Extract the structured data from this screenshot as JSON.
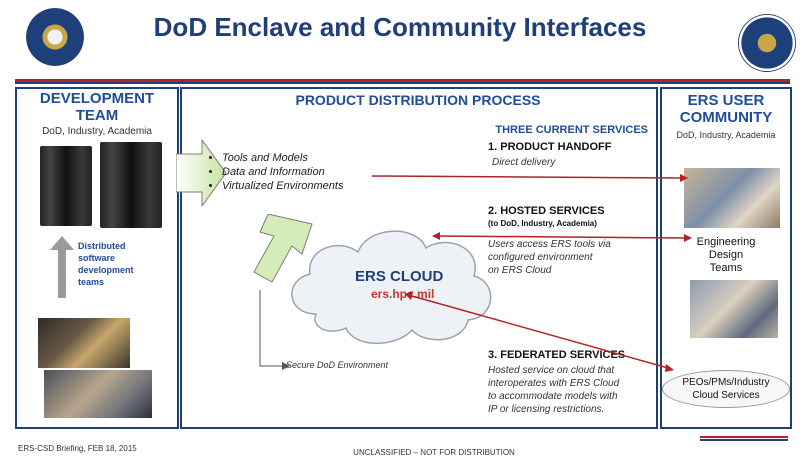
{
  "title": "DoD Enclave and Community Interfaces",
  "dev_team": {
    "heading_line1": "DEVELOPMENT",
    "heading_line2": "TEAM",
    "subtitle": "DoD, Industry, Academia",
    "caption_line1": "Distributed",
    "caption_line2": "software",
    "caption_line3": "development",
    "caption_line4": "teams"
  },
  "process": {
    "heading": "PRODUCT DISTRIBUTION PROCESS",
    "bullets": [
      "Tools and Models",
      "Data and Information",
      "Virtualized Environments"
    ],
    "services_heading": "THREE CURRENT SERVICES",
    "service1_title": "1. PRODUCT HANDOFF",
    "service1_desc": "Direct delivery",
    "service2_title": "2. HOSTED SERVICES",
    "service2_note": "(to DoD, Industry, Academia)",
    "service2_desc1": "Users access ERS tools via",
    "service2_desc2": "configured environment",
    "service2_desc3": "on ERS Cloud",
    "cloud_label": "ERS CLOUD",
    "cloud_url": "ers.hpc.mil",
    "secure_env": "Secure DoD Environment",
    "service3_title": "3. FEDERATED SERVICES",
    "service3_desc1": "Hosted service on cloud that",
    "service3_desc2": "interoperates with ERS Cloud",
    "service3_desc3": "to accommodate models with",
    "service3_desc4": "IP or licensing restrictions."
  },
  "user_community": {
    "heading_line1": "ERS USER",
    "heading_line2": "COMMUNITY",
    "subtitle": "DoD, Industry, Academia",
    "group1_line1": "Engineering",
    "group1_line2": "Design",
    "group1_line3": "Teams",
    "group2_line1": "PEOs/PMs/Industry",
    "group2_line2": "Cloud Services"
  },
  "footer": {
    "left": "ERS-CSD Briefing, FEB 18, 2015",
    "center": "UNCLASSIFIED – NOT FOR DISTRIBUTION"
  },
  "colors": {
    "brand_blue": "#1f3f7a",
    "heading_blue": "#1f4d9a",
    "arrow_red": "#b22222",
    "cloud_red": "#c0392b"
  }
}
